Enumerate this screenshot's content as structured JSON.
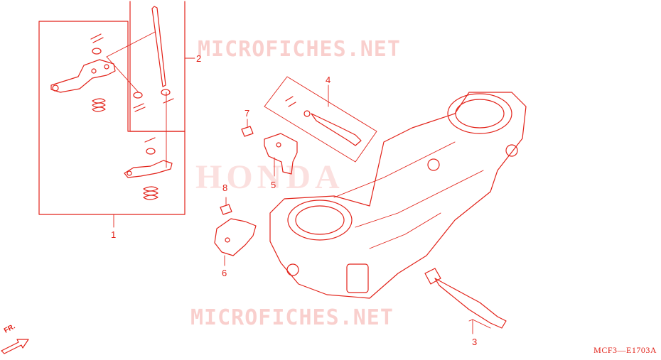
{
  "diagram": {
    "callouts": [
      "1",
      "2",
      "3",
      "4",
      "5",
      "6",
      "7",
      "8"
    ],
    "diagram_code": "MCF3—E1703A",
    "watermark_site": "MICROFICHES.NET",
    "watermark_brand": "HONDA",
    "direction_label": "FR.",
    "accent_color": "#e2231a"
  }
}
